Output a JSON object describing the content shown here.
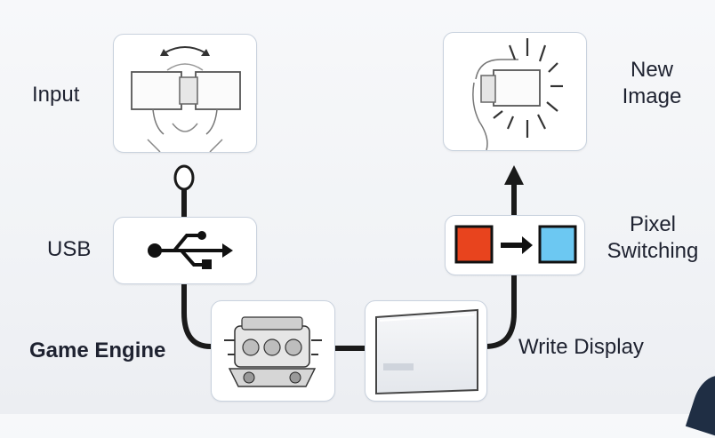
{
  "nodes": {
    "input": {
      "label": "Input",
      "icon": "head-mounted-display-rotate-icon"
    },
    "usb": {
      "label": "USB",
      "icon": "usb-icon"
    },
    "game_engine": {
      "label": "Game Engine",
      "icon": "engine-icon"
    },
    "write_display": {
      "label": "Write Display",
      "icon": "display-panel-icon"
    },
    "pixel_switching": {
      "label_line1": "Pixel",
      "label_line2": "Switching",
      "icon": "pixel-switch-icon"
    },
    "new_image": {
      "label_line1": "New",
      "label_line2": "Image",
      "icon": "head-mounted-display-flash-icon"
    }
  },
  "colors": {
    "wire": "#1a1a1a",
    "card_border": "#c9d2de",
    "pixel_before": "#e8441e",
    "pixel_after": "#6cc8f2",
    "text": "#1e2230"
  }
}
